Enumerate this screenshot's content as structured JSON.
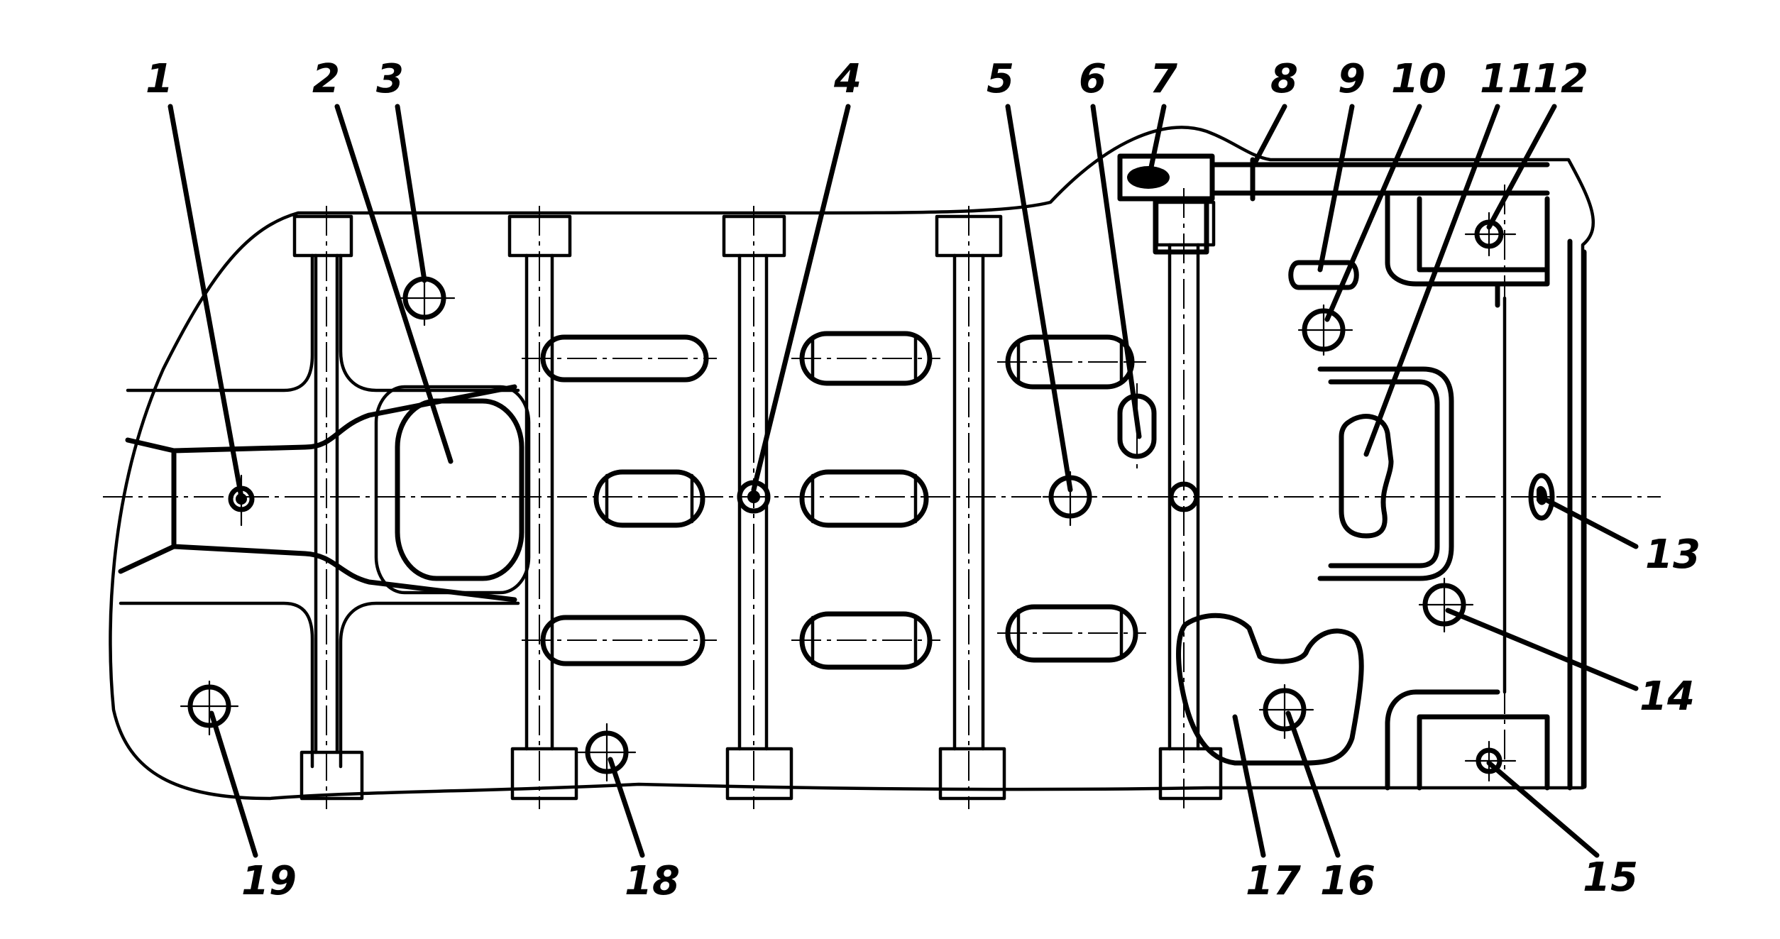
{
  "figure": {
    "callouts": [
      {
        "id": "1",
        "label": "1"
      },
      {
        "id": "2",
        "label": "2"
      },
      {
        "id": "3",
        "label": "3"
      },
      {
        "id": "4",
        "label": "4"
      },
      {
        "id": "5",
        "label": "5"
      },
      {
        "id": "6",
        "label": "6"
      },
      {
        "id": "7",
        "label": "7"
      },
      {
        "id": "8",
        "label": "8"
      },
      {
        "id": "9",
        "label": "9"
      },
      {
        "id": "10",
        "label": "10"
      },
      {
        "id": "11",
        "label": "11"
      },
      {
        "id": "12",
        "label": "12"
      },
      {
        "id": "13",
        "label": "13"
      },
      {
        "id": "14",
        "label": "14"
      },
      {
        "id": "15",
        "label": "15"
      },
      {
        "id": "16",
        "label": "16"
      },
      {
        "id": "17",
        "label": "17"
      },
      {
        "id": "18",
        "label": "18"
      },
      {
        "id": "19",
        "label": "19"
      }
    ]
  },
  "style": {
    "ink": "#000000",
    "paper": "#ffffff"
  }
}
